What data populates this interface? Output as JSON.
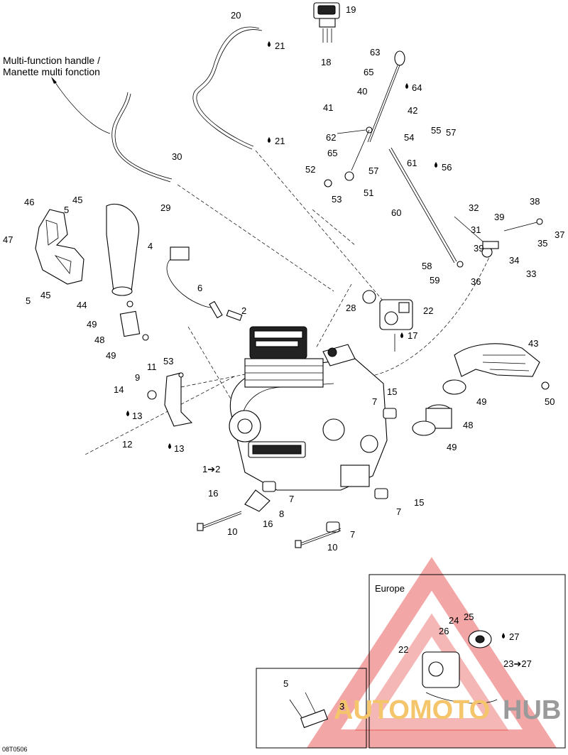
{
  "callout": {
    "line1": "Multi-function handle /",
    "line2": "Manette multi fonction"
  },
  "region_label": "Europe",
  "figure_code": "08T0506",
  "watermark": {
    "word_a": "AUTOMOTO",
    "word_b": "HUB",
    "color_a": "#f5c56b",
    "color_b": "#9a9a9a",
    "triangle_color": "#e54040"
  },
  "labels": [
    {
      "id": "19",
      "text": "19"
    },
    {
      "id": "20",
      "text": "20"
    },
    {
      "id": "21a",
      "text": "21"
    },
    {
      "id": "18",
      "text": "18"
    },
    {
      "id": "63",
      "text": "63"
    },
    {
      "id": "65a",
      "text": "65"
    },
    {
      "id": "64",
      "text": "64"
    },
    {
      "id": "40",
      "text": "40"
    },
    {
      "id": "41",
      "text": "41"
    },
    {
      "id": "42",
      "text": "42"
    },
    {
      "id": "62",
      "text": "62"
    },
    {
      "id": "54",
      "text": "54"
    },
    {
      "id": "21b",
      "text": "21"
    },
    {
      "id": "55",
      "text": "55"
    },
    {
      "id": "57a",
      "text": "57"
    },
    {
      "id": "65b",
      "text": "65"
    },
    {
      "id": "57b",
      "text": "57"
    },
    {
      "id": "61",
      "text": "61"
    },
    {
      "id": "56",
      "text": "56"
    },
    {
      "id": "52",
      "text": "52"
    },
    {
      "id": "51",
      "text": "51"
    },
    {
      "id": "53a",
      "text": "53"
    },
    {
      "id": "30",
      "text": "30"
    },
    {
      "id": "29",
      "text": "29"
    },
    {
      "id": "46",
      "text": "46"
    },
    {
      "id": "45a",
      "text": "45"
    },
    {
      "id": "5a",
      "text": "5"
    },
    {
      "id": "47",
      "text": "47"
    },
    {
      "id": "45b",
      "text": "45"
    },
    {
      "id": "5b",
      "text": "5"
    },
    {
      "id": "60",
      "text": "60"
    },
    {
      "id": "38",
      "text": "38"
    },
    {
      "id": "32",
      "text": "32"
    },
    {
      "id": "39a",
      "text": "39"
    },
    {
      "id": "37",
      "text": "37"
    },
    {
      "id": "31",
      "text": "31"
    },
    {
      "id": "35",
      "text": "35"
    },
    {
      "id": "39b",
      "text": "39"
    },
    {
      "id": "34",
      "text": "34"
    },
    {
      "id": "58",
      "text": "58"
    },
    {
      "id": "33",
      "text": "33"
    },
    {
      "id": "59",
      "text": "59"
    },
    {
      "id": "36",
      "text": "36"
    },
    {
      "id": "4",
      "text": "4"
    },
    {
      "id": "6",
      "text": "6"
    },
    {
      "id": "44",
      "text": "44"
    },
    {
      "id": "2",
      "text": "2"
    },
    {
      "id": "28",
      "text": "28"
    },
    {
      "id": "22a",
      "text": "22"
    },
    {
      "id": "49a",
      "text": "49"
    },
    {
      "id": "48a",
      "text": "48"
    },
    {
      "id": "17",
      "text": "17"
    },
    {
      "id": "49b",
      "text": "49"
    },
    {
      "id": "43",
      "text": "43"
    },
    {
      "id": "53b",
      "text": "53"
    },
    {
      "id": "11",
      "text": "11"
    },
    {
      "id": "9",
      "text": "9"
    },
    {
      "id": "14",
      "text": "14"
    },
    {
      "id": "15a",
      "text": "15"
    },
    {
      "id": "7a",
      "text": "7"
    },
    {
      "id": "49c",
      "text": "49"
    },
    {
      "id": "50",
      "text": "50"
    },
    {
      "id": "13a",
      "text": "13"
    },
    {
      "id": "48b",
      "text": "48"
    },
    {
      "id": "12",
      "text": "12"
    },
    {
      "id": "13b",
      "text": "13"
    },
    {
      "id": "49d",
      "text": "49"
    },
    {
      "id": "1to2",
      "text": "1➔2"
    },
    {
      "id": "16a",
      "text": "16"
    },
    {
      "id": "7b",
      "text": "7"
    },
    {
      "id": "15b",
      "text": "15"
    },
    {
      "id": "8",
      "text": "8"
    },
    {
      "id": "7c",
      "text": "7"
    },
    {
      "id": "16b",
      "text": "16"
    },
    {
      "id": "10a",
      "text": "10"
    },
    {
      "id": "7d",
      "text": "7"
    },
    {
      "id": "10b",
      "text": "10"
    },
    {
      "id": "25",
      "text": "25"
    },
    {
      "id": "24",
      "text": "24"
    },
    {
      "id": "27a",
      "text": "27"
    },
    {
      "id": "26",
      "text": "26"
    },
    {
      "id": "22b",
      "text": "22"
    },
    {
      "id": "23to27",
      "text": "23➔27"
    },
    {
      "id": "5c",
      "text": "5"
    },
    {
      "id": "3",
      "text": "3"
    }
  ]
}
